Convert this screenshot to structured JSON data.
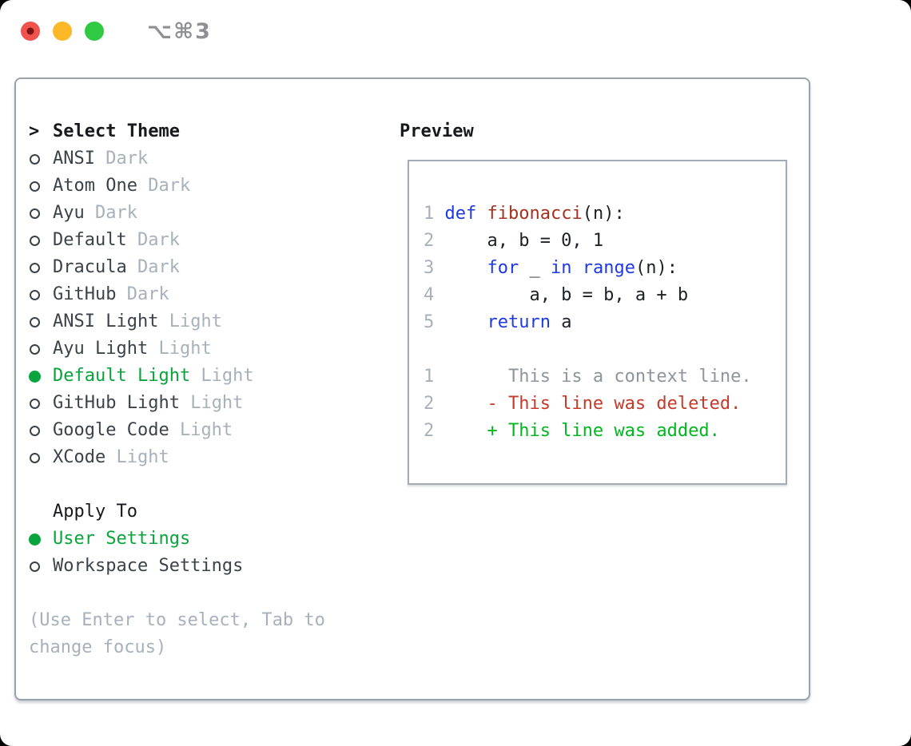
{
  "window_controls": {
    "shortcut_label": "⌥⌘3",
    "close_color": "#f0524e",
    "close_dot_color": "#7c1513",
    "minimize_color": "#fcb827",
    "zoom_color": "#2fc944"
  },
  "theme_selector": {
    "prompt": ">",
    "title": "Select Theme",
    "items": [
      {
        "name": "ANSI",
        "variant": "Dark",
        "selected": false
      },
      {
        "name": "Atom One",
        "variant": "Dark",
        "selected": false
      },
      {
        "name": "Ayu",
        "variant": "Dark",
        "selected": false
      },
      {
        "name": "Default",
        "variant": "Dark",
        "selected": false
      },
      {
        "name": "Dracula",
        "variant": "Dark",
        "selected": false
      },
      {
        "name": "GitHub",
        "variant": "Dark",
        "selected": false
      },
      {
        "name": "ANSI Light",
        "variant": "Light",
        "selected": false
      },
      {
        "name": "Ayu Light",
        "variant": "Light",
        "selected": false
      },
      {
        "name": "Default Light",
        "variant": "Light",
        "selected": true
      },
      {
        "name": "GitHub Light",
        "variant": "Light",
        "selected": false
      },
      {
        "name": "Google Code",
        "variant": "Light",
        "selected": false
      },
      {
        "name": "XCode",
        "variant": "Light",
        "selected": false
      }
    ]
  },
  "apply_to": {
    "title": "Apply To",
    "options": [
      {
        "label": "User Settings",
        "selected": true
      },
      {
        "label": "Workspace Settings",
        "selected": false
      }
    ]
  },
  "hint": "(Use Enter to select, Tab to\nchange focus)",
  "preview": {
    "title": "Preview",
    "lines": [
      {
        "num": "1",
        "tokens": [
          {
            "t": "def",
            "c": "keyword"
          },
          {
            "t": " ",
            "c": "code_plain"
          },
          {
            "t": "fibonacci",
            "c": "function_name"
          },
          {
            "t": "(n):",
            "c": "code_plain"
          }
        ]
      },
      {
        "num": "2",
        "tokens": [
          {
            "t": "    a, b = 0, 1",
            "c": "code_plain"
          }
        ]
      },
      {
        "num": "3",
        "tokens": [
          {
            "t": "    ",
            "c": "code_plain"
          },
          {
            "t": "for",
            "c": "keyword"
          },
          {
            "t": " _ ",
            "c": "code_plain"
          },
          {
            "t": "in",
            "c": "keyword"
          },
          {
            "t": " ",
            "c": "code_plain"
          },
          {
            "t": "range",
            "c": "keyword"
          },
          {
            "t": "(n):",
            "c": "code_plain"
          }
        ]
      },
      {
        "num": "4",
        "tokens": [
          {
            "t": "        a, b = b, a + b",
            "c": "code_plain"
          }
        ]
      },
      {
        "num": "5",
        "tokens": [
          {
            "t": "    ",
            "c": "code_plain"
          },
          {
            "t": "return",
            "c": "keyword"
          },
          {
            "t": " a",
            "c": "code_plain"
          }
        ]
      },
      {
        "num": "",
        "tokens": []
      },
      {
        "num": "1",
        "tokens": [
          {
            "t": "      This is a context line.",
            "c": "diff_context"
          }
        ]
      },
      {
        "num": "2",
        "tokens": [
          {
            "t": "    - This line was deleted.",
            "c": "diff_deleted"
          }
        ]
      },
      {
        "num": "2",
        "tokens": [
          {
            "t": "    + This line was added.",
            "c": "diff_added"
          }
        ]
      }
    ]
  },
  "colors": {
    "heading": "#17191d",
    "item": "#3b424a",
    "muted": "#a7b1bc",
    "hint": "#a7b1bc",
    "selected_green": "#09a43c",
    "keyword": "#1d3ae3",
    "function_name": "#a5321f",
    "code_plain": "#1d2025",
    "line_number": "#a7b1bc",
    "diff_context": "#8e959d",
    "diff_deleted": "#c63a2a",
    "diff_added": "#00b71f"
  }
}
